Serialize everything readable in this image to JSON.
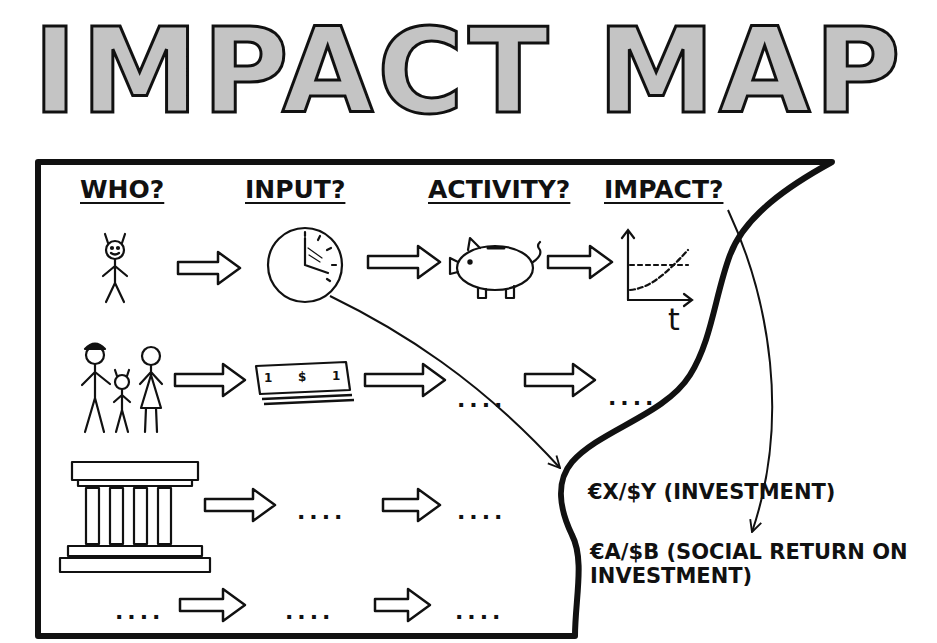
{
  "diagram": {
    "title": "IMPACT MAP",
    "labels": [
      "WHO?",
      "INPUT?",
      "ACTIVITY?",
      "IMPACT?",
      "t",
      "1",
      "$",
      "1",
      "....",
      "....",
      "....",
      "....",
      "....",
      "....",
      "....",
      "€X/$Y (INVESTMENT)",
      "€A/$B (SOCIAL RETURN ON INVESTMENT)"
    ]
  }
}
